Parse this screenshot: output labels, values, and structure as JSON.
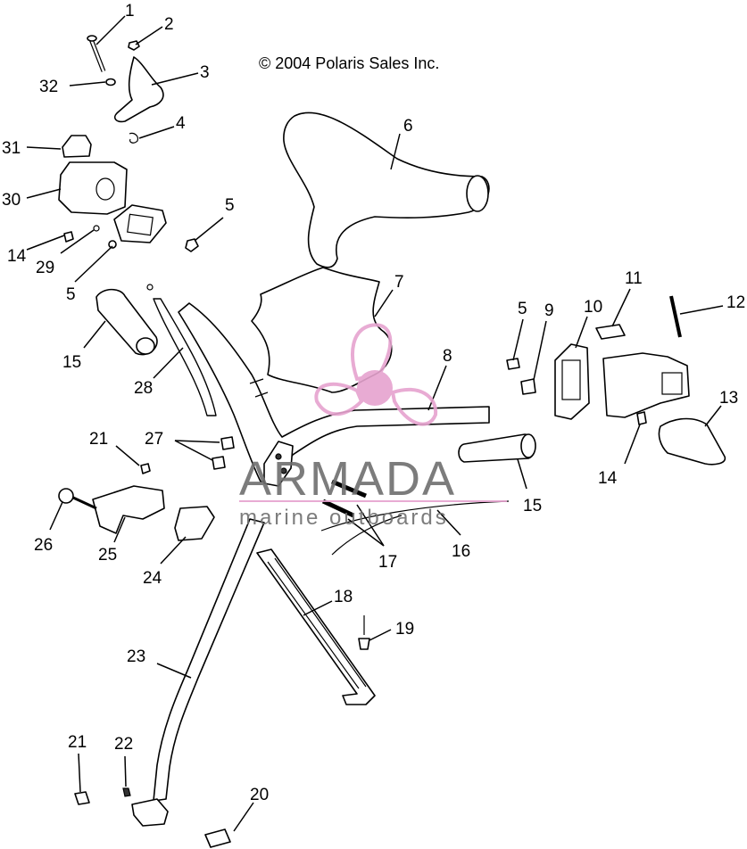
{
  "copyright": "© 2004 Polaris Sales Inc.",
  "watermark": {
    "brand": "ARMADA",
    "tagline": "marine outboards",
    "logo_color": "#e6a3cf",
    "text_color": "#6e6e6e"
  },
  "callouts": [
    {
      "id": "c1",
      "text": "1"
    },
    {
      "id": "c2",
      "text": "2"
    },
    {
      "id": "c3",
      "text": "3"
    },
    {
      "id": "c4",
      "text": "4"
    },
    {
      "id": "c5a",
      "text": "5"
    },
    {
      "id": "c5b",
      "text": "5"
    },
    {
      "id": "c5c",
      "text": "5"
    },
    {
      "id": "c6",
      "text": "6"
    },
    {
      "id": "c7",
      "text": "7"
    },
    {
      "id": "c8",
      "text": "8"
    },
    {
      "id": "c9",
      "text": "9"
    },
    {
      "id": "c10",
      "text": "10"
    },
    {
      "id": "c11",
      "text": "11"
    },
    {
      "id": "c12",
      "text": "12"
    },
    {
      "id": "c13",
      "text": "13"
    },
    {
      "id": "c14a",
      "text": "14"
    },
    {
      "id": "c14b",
      "text": "14"
    },
    {
      "id": "c15a",
      "text": "15"
    },
    {
      "id": "c15b",
      "text": "15"
    },
    {
      "id": "c16",
      "text": "16"
    },
    {
      "id": "c17",
      "text": "17"
    },
    {
      "id": "c18",
      "text": "18"
    },
    {
      "id": "c19",
      "text": "19"
    },
    {
      "id": "c20",
      "text": "20"
    },
    {
      "id": "c21a",
      "text": "21"
    },
    {
      "id": "c21b",
      "text": "21"
    },
    {
      "id": "c22",
      "text": "22"
    },
    {
      "id": "c23",
      "text": "23"
    },
    {
      "id": "c24",
      "text": "24"
    },
    {
      "id": "c25",
      "text": "25"
    },
    {
      "id": "c26",
      "text": "26"
    },
    {
      "id": "c27",
      "text": "27"
    },
    {
      "id": "c28",
      "text": "28"
    },
    {
      "id": "c29",
      "text": "29"
    },
    {
      "id": "c30",
      "text": "30"
    },
    {
      "id": "c31",
      "text": "31"
    },
    {
      "id": "c32",
      "text": "32"
    }
  ]
}
